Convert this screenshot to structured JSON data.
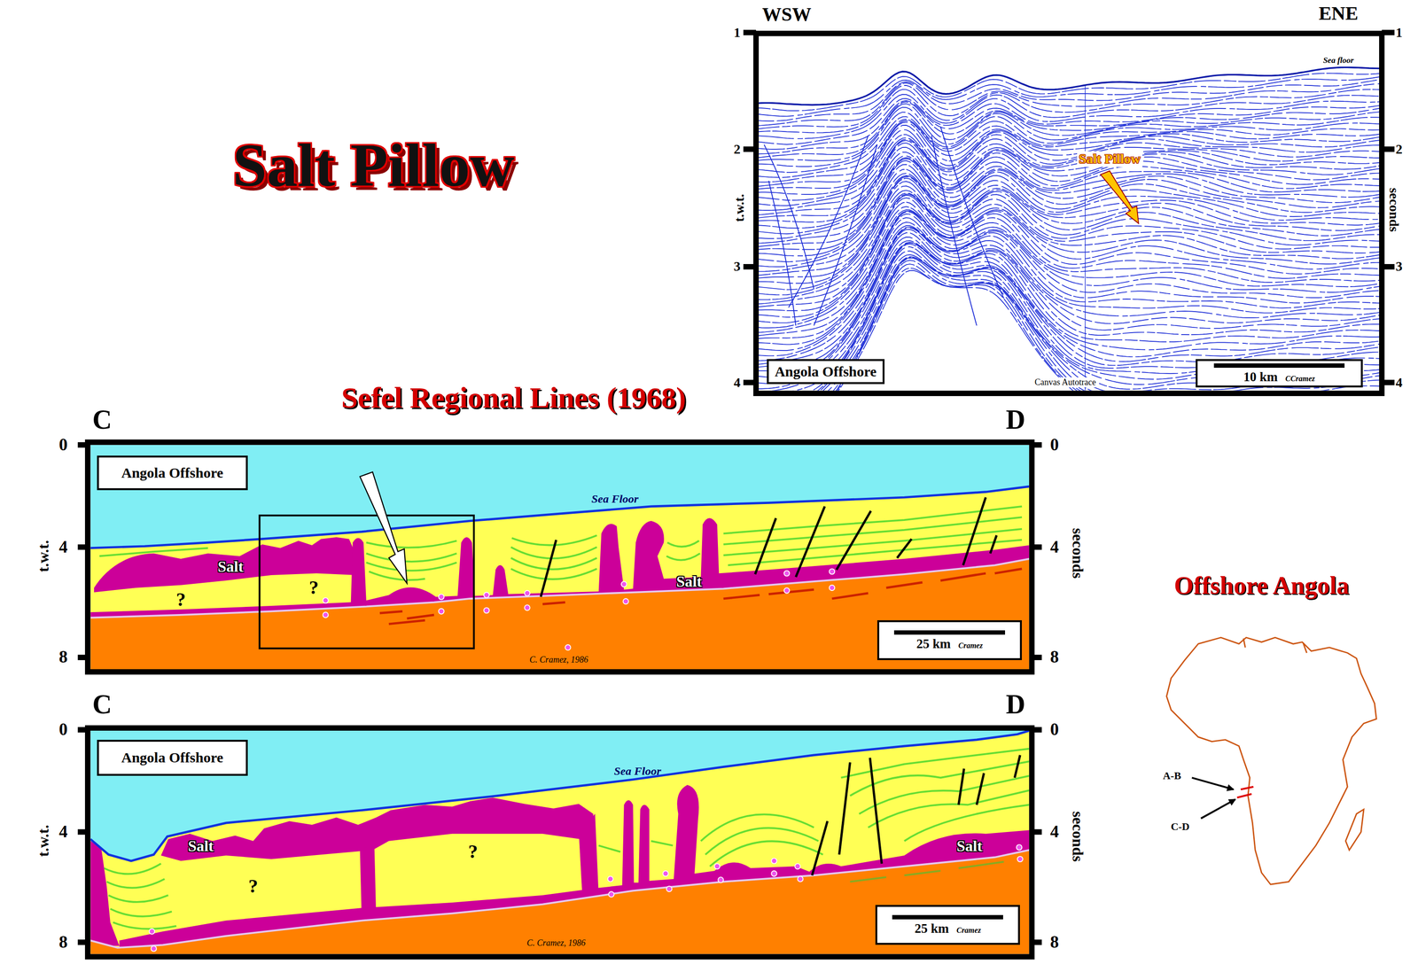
{
  "diagram": {
    "title": "Salt Pillow",
    "nodes": [
      {
        "text": [
          "Angola Offshore"
        ]
      },
      {
        "text": [
          "10 km",
          "CCramez"
        ]
      },
      {
        "text": [
          "Angola Offshore"
        ]
      },
      {
        "text": [
          "25 km",
          "Cramez"
        ]
      },
      {
        "text": [
          "Angola Offshore"
        ]
      },
      {
        "text": [
          "25 km",
          "Cramez"
        ]
      }
    ],
    "labels": [
      "WSW",
      "ENE",
      "1",
      "2",
      "3",
      "4",
      "1",
      "2",
      "3",
      "4",
      "t.w.t.",
      "seconds",
      "Sea floor",
      "Salt Pillow",
      "Canvas Autotrace",
      "Sefel Regional Lines (1968)",
      "C",
      "D",
      "0",
      "4",
      "8",
      "0",
      "4",
      "8",
      "t.w.t.",
      "seconds",
      "Salt",
      "?",
      "?",
      "Sea Floor",
      "Salt",
      "C. Cramez, 1986",
      "C",
      "D",
      "0",
      "4",
      "8",
      "0",
      "4",
      "8",
      "t.w.t.",
      "seconds",
      "Salt",
      "?",
      "?",
      "Sea Floor",
      "Salt",
      "C. Cramez, 1986",
      "Offshore Angola",
      "A-B",
      "C-D"
    ]
  }
}
